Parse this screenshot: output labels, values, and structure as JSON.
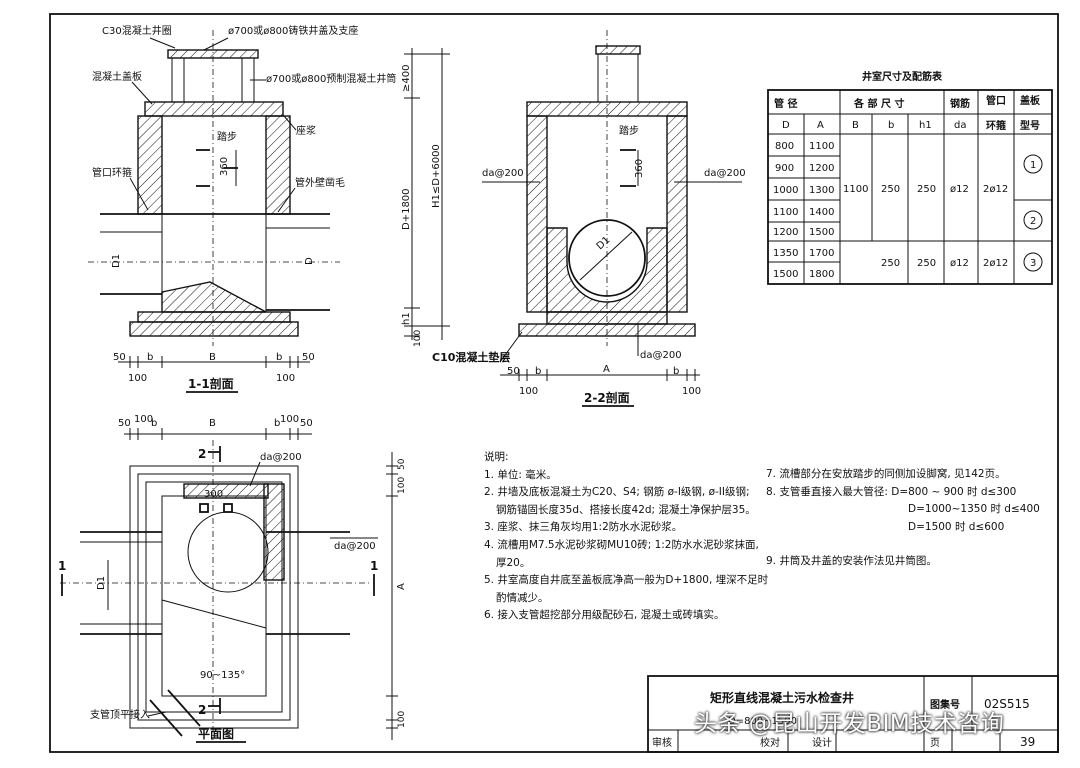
{
  "labels": {
    "c30_ring": "C30混凝土井圈",
    "cast_iron_cover": "ø700或ø800铸铁井盖及支座",
    "precast_ring": "ø700或ø800预制混凝土井筒",
    "cover_slab": "混凝土盖板",
    "seat_mortar": "座浆",
    "step": "踏步",
    "pipe_ring": "管口环箍",
    "pipe_wall": "管外壁凿毛",
    "c10_cushion": "C10混凝土垫层",
    "branch_pipe": "支管顶平接入",
    "rebar_da200": "da@200"
  },
  "dims": {
    "d400": "≥400",
    "d1800": "D+1800",
    "h1": "H1≤D+6000",
    "hh1": "h1",
    "d100": "100",
    "d360": "360",
    "d50": "50",
    "b": "b",
    "B": "B",
    "A": "A",
    "D": "D",
    "D1": "D1",
    "d300": "300",
    "angle": "90~135°"
  },
  "views": {
    "sec11": "1-1剖面",
    "sec22": "2-2剖面",
    "plan": "平面图",
    "mark1": "1",
    "mark2": "2"
  },
  "table": {
    "title": "井室尺寸及配筋表",
    "h_pipe": "管 径",
    "h_dims": "各 部 尺 寸",
    "h_rebar": "钢筋",
    "h_ring_top": "管口",
    "h_ring_bot": "环箍",
    "h_slab_top": "盖板",
    "h_slab_bot": "型号",
    "sub": [
      "D",
      "A",
      "B",
      "b",
      "h1",
      "da"
    ],
    "D": [
      "800",
      "900",
      "1000",
      "1100",
      "1200",
      "1350",
      "1500"
    ],
    "A": [
      "1100",
      "1200",
      "1300",
      "1400",
      "1500",
      "1700",
      "1800"
    ],
    "g1": {
      "B": "1100",
      "b": "250",
      "h1": "250",
      "da": "ø12",
      "ring": "2ø12"
    },
    "g2": {
      "b": "250",
      "h1": "250",
      "da": "ø12",
      "ring": "2ø12"
    },
    "types": [
      "1",
      "2",
      "3"
    ]
  },
  "notes": {
    "heading": "说明:",
    "items": [
      "1. 单位: 毫米。",
      "2. 井墙及底板混凝土为C20、S4; 钢筋 ø-I级钢, ø-II级钢;",
      "钢筋锚固长度35d、搭接长度42d; 混凝土净保护层35。",
      "3. 座浆、抹三角灰均用1:2防水水泥砂浆。",
      "4. 流槽用M7.5水泥砂浆砌MU10砖; 1:2防水水泥砂浆抹面,",
      "厚20。",
      "5. 井室高度自井底至盖板底净高一般为D+1800, 埋深不足时",
      "酌情减少。",
      "6. 接入支管超挖部分用级配砂石, 混凝土或砖填实。"
    ],
    "items_right": [
      "7. 流槽部分在安放踏步的同侧加设脚窝, 见142页。",
      "8. 支管垂直接入最大管径:  D=800 ~ 900  时 d≤300",
      "D=1000~1350 时 d≤400",
      "D=1500          时 d≤600",
      "",
      "9. 井筒及井盖的安装作法见井筒图。"
    ]
  },
  "title_block": {
    "title": "矩形直线混凝土污水检查井",
    "subtitle": "D=800~1500",
    "atlas_label": "图集号",
    "atlas_no": "02S515",
    "review": "审核",
    "check": "校对",
    "design": "设计",
    "page_label": "页",
    "page_no": "39"
  },
  "watermark": "头条 @昆山开发BIM技术咨询"
}
